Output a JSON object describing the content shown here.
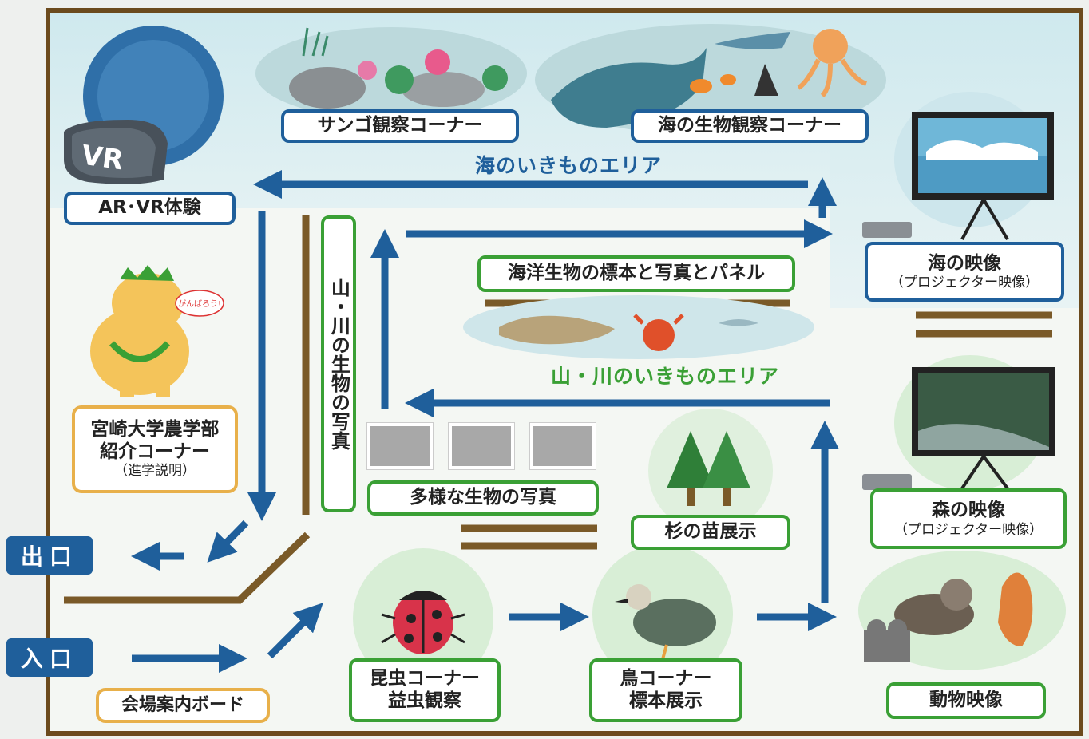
{
  "areas": {
    "sea": "海のいきものエリア",
    "mountain_river": "山・川のいきものエリア"
  },
  "labels": {
    "ar_vr": "AR･VR体験",
    "coral": "サンゴ観察コーナー",
    "sea_creatures": "海の生物観察コーナー",
    "sea_video_title": "海の映像",
    "sea_video_sub": "（プロジェクター映像）",
    "specimens": "海洋生物の標本と写真とパネル",
    "mountain_photos": "山・川の生物の写真",
    "university_line1": "宮崎大学農学部",
    "university_line2": "紹介コーナー",
    "university_sub": "（進学説明）",
    "diverse_photos": "多様な生物の写真",
    "cedar": "杉の苗展示",
    "forest_video_title": "森の映像",
    "forest_video_sub": "（プロジェクター映像）",
    "insect_line1": "昆虫コーナー",
    "insect_line2": "益虫観察",
    "bird_line1": "鳥コーナー",
    "bird_line2": "標本展示",
    "animal_video": "動物映像",
    "guide_board": "会場案内ボード",
    "mascot_bubble": "がんばろう!"
  },
  "exits": {
    "exit": "出口",
    "entrance": "入口"
  },
  "icons": {
    "vr_text": "VR",
    "vr_headset": "vr-headset-icon",
    "projector": "projector-screen-icon",
    "camera": "video-camera-icon"
  },
  "colors": {
    "arrow_blue": "#1f5f9b",
    "label_green": "#3aa035",
    "wall_brown": "#7a5a28",
    "area_green": "#3aa035",
    "orange_border": "#e8b04a"
  }
}
